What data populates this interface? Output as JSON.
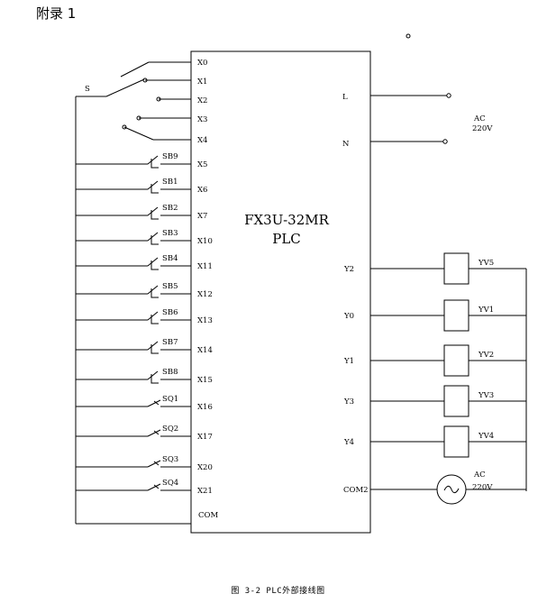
{
  "page": {
    "label": "附录 1",
    "caption": "图 3-2  PLC外部接线图"
  },
  "plc": {
    "model": "FX3U-32MR",
    "type": "PLC"
  },
  "inputs": [
    {
      "pin": "X0",
      "device": "",
      "kind": "selector"
    },
    {
      "pin": "X1",
      "device": "",
      "kind": "selector"
    },
    {
      "pin": "X2",
      "device": "",
      "kind": "selector"
    },
    {
      "pin": "X3",
      "device": "",
      "kind": "switch"
    },
    {
      "pin": "X4",
      "device": "",
      "kind": "switch"
    },
    {
      "pin": "X5",
      "device": "SB9",
      "kind": "button"
    },
    {
      "pin": "X6",
      "device": "SB1",
      "kind": "button"
    },
    {
      "pin": "X7",
      "device": "SB2",
      "kind": "button"
    },
    {
      "pin": "X10",
      "device": "SB3",
      "kind": "button"
    },
    {
      "pin": "X11",
      "device": "SB4",
      "kind": "button"
    },
    {
      "pin": "X12",
      "device": "SB5",
      "kind": "button"
    },
    {
      "pin": "X13",
      "device": "SB6",
      "kind": "button"
    },
    {
      "pin": "X14",
      "device": "SB7",
      "kind": "button"
    },
    {
      "pin": "X15",
      "device": "SB8",
      "kind": "button"
    },
    {
      "pin": "X16",
      "device": "SQ1",
      "kind": "limit"
    },
    {
      "pin": "X17",
      "device": "SQ2",
      "kind": "limit"
    },
    {
      "pin": "X20",
      "device": "SQ3",
      "kind": "limit"
    },
    {
      "pin": "X21",
      "device": "SQ4",
      "kind": "limit"
    }
  ],
  "com_label": "COM",
  "selector_label": "S",
  "power": {
    "l_label": "L",
    "n_label": "N",
    "supply_label": "AC",
    "supply_voltage": "220V"
  },
  "outputs": [
    {
      "pin": "Y2",
      "load": "YV5"
    },
    {
      "pin": "Y0",
      "load": "YV1"
    },
    {
      "pin": "Y1",
      "load": "YV2"
    },
    {
      "pin": "Y3",
      "load": "YV3"
    },
    {
      "pin": "Y4",
      "load": "YV4"
    }
  ],
  "com2": {
    "pin": "COM2",
    "supply_label": "AC",
    "supply_voltage": "220V"
  }
}
